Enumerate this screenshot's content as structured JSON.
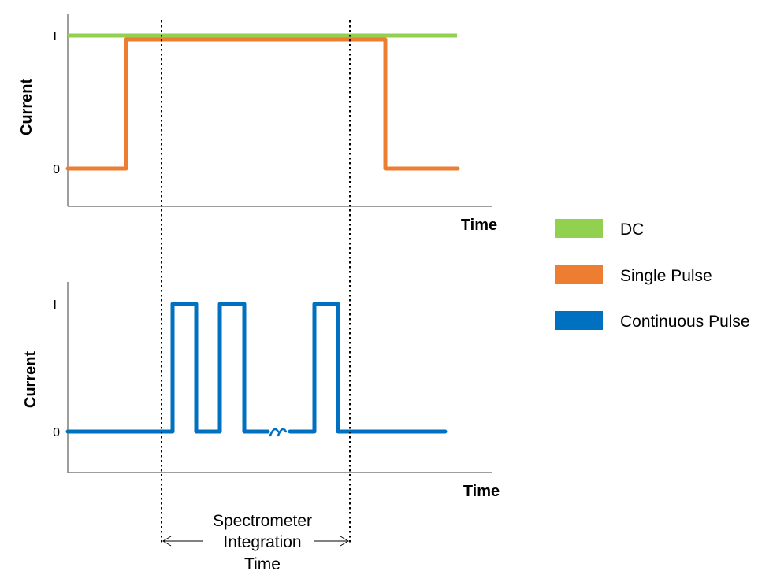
{
  "colors": {
    "dc": "#92d050",
    "single_pulse": "#ed7d31",
    "continuous_pulse": "#0070c0",
    "axis": "#7f7f7f",
    "marker_line": "#000000"
  },
  "top_chart": {
    "y_label": "Current",
    "x_label": "Time",
    "tick_high": "I",
    "tick_low": "0"
  },
  "bottom_chart": {
    "y_label": "Current",
    "x_label": "Time",
    "tick_high": "I",
    "tick_low": "0"
  },
  "legend": [
    {
      "label": "DC",
      "color": "#92d050"
    },
    {
      "label": "Single Pulse",
      "color": "#ed7d31"
    },
    {
      "label": "Continuous Pulse",
      "color": "#0070c0"
    }
  ],
  "annotation": {
    "line1": "Spectrometer",
    "line2": "Integration",
    "line3": "Time"
  }
}
